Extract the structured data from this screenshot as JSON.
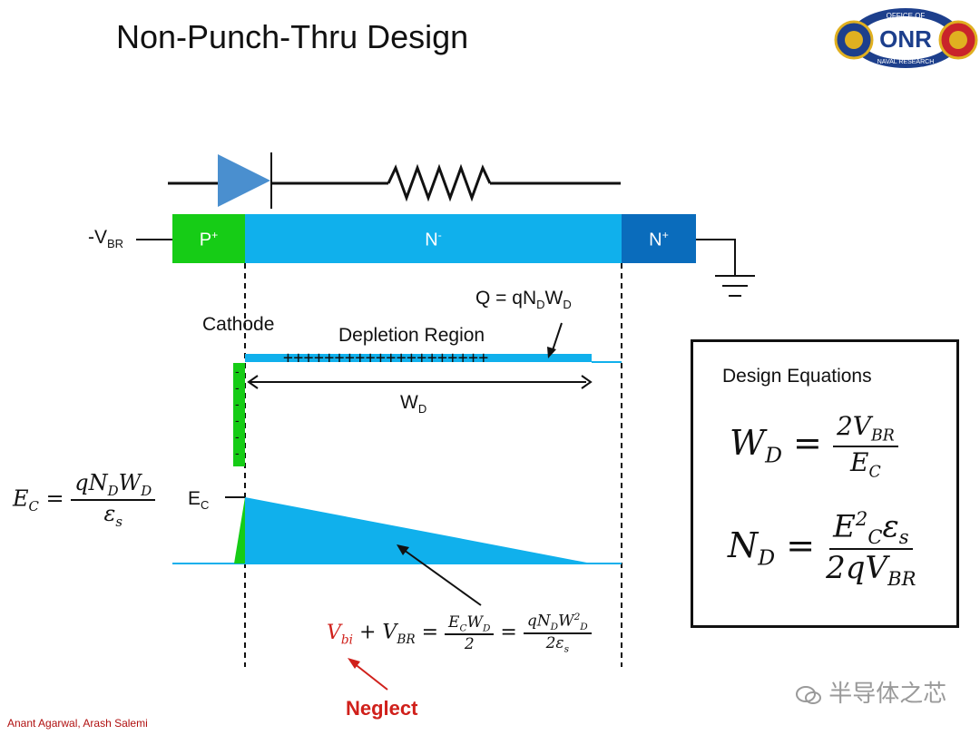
{
  "title": "Non-Punch-Thru Design",
  "logo": {
    "top_text": "OFFICE OF",
    "mid_text": "ONR",
    "bottom_text": "NAVAL RESEARCH"
  },
  "device": {
    "terminal_label": "-V",
    "terminal_sub": "BR",
    "p_region": "P",
    "p_sup": "+",
    "n_region": "N",
    "n_sup": "-",
    "nplus_region": "N",
    "nplus_sup": "+"
  },
  "labels": {
    "cathode": "Cathode",
    "depletion": "Depletion Region",
    "charges": "++++++++++++++++++++",
    "minus_charges": [
      "-",
      "-",
      "-",
      "-",
      "-",
      "-"
    ],
    "q_eq": "Q = qN",
    "q_sub1": "D",
    "q_mid": "W",
    "q_sub2": "D",
    "wd": "W",
    "wd_sub": "D",
    "ec": "E",
    "ec_sub": "C",
    "neglect": "Neglect"
  },
  "left_eq": {
    "lhs": "E",
    "lhs_sub": "C",
    "num": "qN",
    "num_sub1": "D",
    "num_w": "W",
    "num_sub2": "D",
    "den": "ε",
    "den_sub": "s"
  },
  "bottom_eq": {
    "vbi": "V",
    "vbi_sub": "bi",
    "plus_vbr": "+ V",
    "vbr_sub": "BR",
    "f1_num": "E",
    "f1_num_sub1": "C",
    "f1_num_w": "W",
    "f1_num_sub2": "D",
    "f1_den": "2",
    "f2_num": "qN",
    "f2_num_sub1": "D",
    "f2_num_w": "W",
    "f2_num_sub2": "D",
    "f2_num_sup": "2",
    "f2_den": "2ε",
    "f2_den_sub": "s"
  },
  "design_box": {
    "heading": "Design Equations",
    "eq1_lhs": "W",
    "eq1_lhs_sub": "D",
    "eq1_num": "2V",
    "eq1_num_sub": "BR",
    "eq1_den": "E",
    "eq1_den_sub": "C",
    "eq2_lhs": "N",
    "eq2_lhs_sub": "D",
    "eq2_num": "E",
    "eq2_num_sup": "2",
    "eq2_num_sub": "C",
    "eq2_num_eps": "ε",
    "eq2_num_eps_sub": "s",
    "eq2_den": "2qV",
    "eq2_den_sub": "BR"
  },
  "footer": "Anant Agarwal, Arash Salemi",
  "watermark": "半导体之芯",
  "colors": {
    "p_green": "#16cc16",
    "n_blue": "#10b0ec",
    "nplus_blue": "#0a6cbc",
    "diode_blue": "#4a8fcf",
    "neglect_red": "#d0201b"
  }
}
